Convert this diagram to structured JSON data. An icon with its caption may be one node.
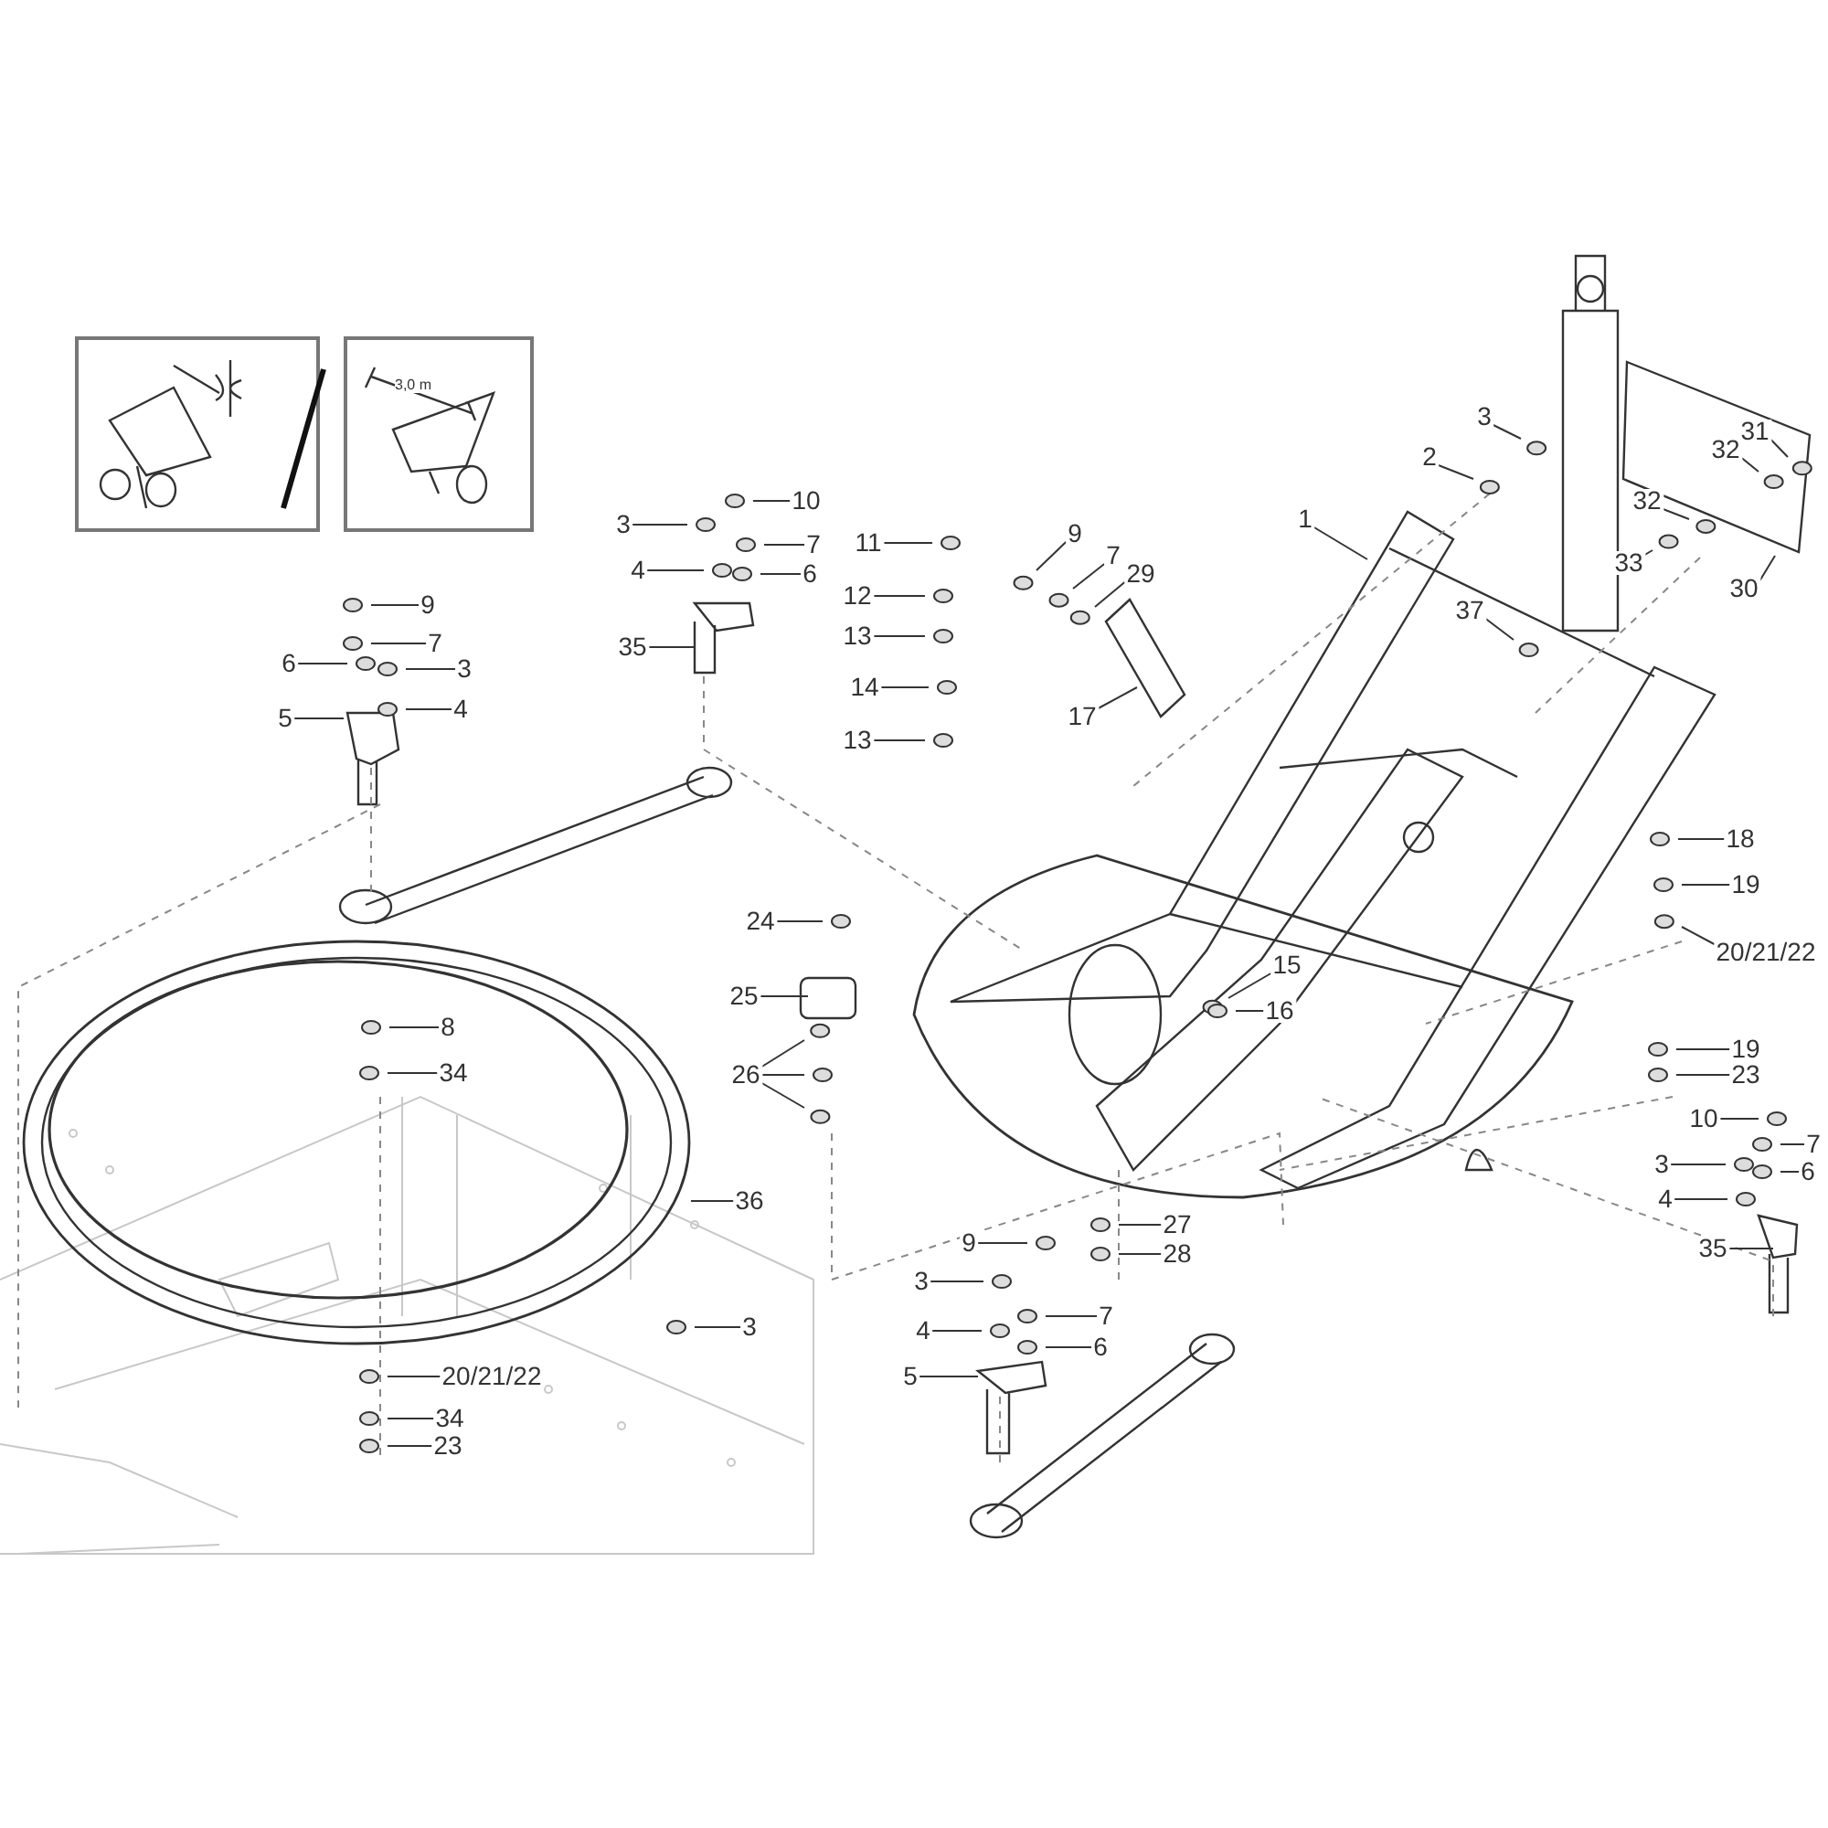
{
  "diagram": {
    "nodes": [
      {
        "text": [
          "9"
        ]
      },
      {
        "text": [
          "7"
        ]
      },
      {
        "text": [
          "6"
        ]
      },
      {
        "text": [
          "3"
        ]
      },
      {
        "text": [
          "4"
        ]
      },
      {
        "text": [
          "5"
        ]
      },
      {
        "text": [
          "3"
        ]
      },
      {
        "text": [
          "10"
        ]
      },
      {
        "text": [
          "7"
        ]
      },
      {
        "text": [
          "4"
        ]
      },
      {
        "text": [
          "6"
        ]
      },
      {
        "text": [
          "35"
        ]
      },
      {
        "text": [
          "11"
        ]
      },
      {
        "text": [
          "12"
        ]
      },
      {
        "text": [
          "13"
        ]
      },
      {
        "text": [
          "14"
        ]
      },
      {
        "text": [
          "13"
        ]
      },
      {
        "text": [
          "9"
        ]
      },
      {
        "text": [
          "7"
        ]
      },
      {
        "text": [
          "29"
        ]
      },
      {
        "text": [
          "17"
        ]
      },
      {
        "text": [
          "3"
        ]
      },
      {
        "text": [
          "2"
        ]
      },
      {
        "text": [
          "1"
        ]
      },
      {
        "text": [
          "31"
        ]
      },
      {
        "text": [
          "32"
        ]
      },
      {
        "text": [
          "32"
        ]
      },
      {
        "text": [
          "33"
        ]
      },
      {
        "text": [
          "30"
        ]
      },
      {
        "text": [
          "37"
        ]
      },
      {
        "text": [
          "18"
        ]
      },
      {
        "text": [
          "19"
        ]
      },
      {
        "text": [
          "20/21/22"
        ]
      },
      {
        "text": [
          "15"
        ]
      },
      {
        "text": [
          "16"
        ]
      },
      {
        "text": [
          "19"
        ]
      },
      {
        "text": [
          "23"
        ]
      },
      {
        "text": [
          "10"
        ]
      },
      {
        "text": [
          "7"
        ]
      },
      {
        "text": [
          "3"
        ]
      },
      {
        "text": [
          "6"
        ]
      },
      {
        "text": [
          "4"
        ]
      },
      {
        "text": [
          "35"
        ]
      },
      {
        "text": [
          "24"
        ]
      },
      {
        "text": [
          "25"
        ]
      },
      {
        "text": [
          "26"
        ]
      },
      {
        "text": [
          "8"
        ]
      },
      {
        "text": [
          "34"
        ]
      },
      {
        "text": [
          "36"
        ]
      },
      {
        "text": [
          "3"
        ]
      },
      {
        "text": [
          "20/21/22"
        ]
      },
      {
        "text": [
          "34"
        ]
      },
      {
        "text": [
          "23"
        ]
      },
      {
        "text": [
          "9"
        ]
      },
      {
        "text": [
          "3"
        ]
      },
      {
        "text": [
          "7"
        ]
      },
      {
        "text": [
          "4"
        ]
      },
      {
        "text": [
          "6"
        ]
      },
      {
        "text": [
          "5"
        ]
      },
      {
        "text": [
          "27"
        ]
      },
      {
        "text": [
          "28"
        ]
      }
    ],
    "edges": [
      {
        "from": 0,
        "to": null,
        "arrow": "none"
      },
      {
        "from": 1,
        "to": null,
        "arrow": "none"
      },
      {
        "from": 2,
        "to": null,
        "arrow": "none"
      },
      {
        "from": 3,
        "to": null,
        "arrow": "none"
      },
      {
        "from": 4,
        "to": null,
        "arrow": "none"
      },
      {
        "from": 5,
        "to": null,
        "arrow": "none"
      },
      {
        "from": 6,
        "to": null,
        "arrow": "none"
      },
      {
        "from": 7,
        "to": null,
        "arrow": "none"
      },
      {
        "from": 8,
        "to": null,
        "arrow": "none"
      },
      {
        "from": 9,
        "to": null,
        "arrow": "none"
      },
      {
        "from": 10,
        "to": null,
        "arrow": "none"
      },
      {
        "from": 11,
        "to": null,
        "arrow": "none"
      },
      {
        "from": 12,
        "to": null,
        "arrow": "none"
      },
      {
        "from": 13,
        "to": null,
        "arrow": "none"
      },
      {
        "from": 14,
        "to": null,
        "arrow": "none"
      },
      {
        "from": 15,
        "to": null,
        "arrow": "none"
      },
      {
        "from": 16,
        "to": null,
        "arrow": "none"
      },
      {
        "from": 17,
        "to": null,
        "arrow": "none"
      },
      {
        "from": 18,
        "to": null,
        "arrow": "none"
      },
      {
        "from": 19,
        "to": null,
        "arrow": "none"
      },
      {
        "from": 20,
        "to": null,
        "arrow": "none"
      },
      {
        "from": 21,
        "to": null,
        "arrow": "none"
      },
      {
        "from": 22,
        "to": null,
        "arrow": "none"
      },
      {
        "from": 23,
        "to": null,
        "arrow": "none"
      },
      {
        "from": 24,
        "to": null,
        "arrow": "none"
      },
      {
        "from": 25,
        "to": null,
        "arrow": "none"
      },
      {
        "from": 26,
        "to": null,
        "arrow": "none"
      },
      {
        "from": 27,
        "to": null,
        "arrow": "none"
      },
      {
        "from": 28,
        "to": null,
        "arrow": "none"
      },
      {
        "from": 29,
        "to": null,
        "arrow": "none"
      },
      {
        "from": 30,
        "to": null,
        "arrow": "none"
      },
      {
        "from": 31,
        "to": null,
        "arrow": "none"
      },
      {
        "from": 32,
        "to": null,
        "arrow": "none"
      },
      {
        "from": 33,
        "to": null,
        "arrow": "none"
      },
      {
        "from": 34,
        "to": null,
        "arrow": "none"
      },
      {
        "from": 35,
        "to": null,
        "arrow": "none"
      },
      {
        "from": 36,
        "to": null,
        "arrow": "none"
      },
      {
        "from": 37,
        "to": null,
        "arrow": "none"
      },
      {
        "from": 38,
        "to": null,
        "arrow": "none"
      },
      {
        "from": 39,
        "to": null,
        "arrow": "none"
      },
      {
        "from": 40,
        "to": null,
        "arrow": "none"
      },
      {
        "from": 41,
        "to": null,
        "arrow": "none"
      },
      {
        "from": 42,
        "to": null,
        "arrow": "none"
      },
      {
        "from": 43,
        "to": null,
        "arrow": "none"
      },
      {
        "from": 44,
        "to": null,
        "arrow": "none"
      },
      {
        "from": 45,
        "to": null,
        "arrow": "none"
      },
      {
        "from": 45,
        "to": null,
        "arrow": "none"
      },
      {
        "from": 45,
        "to": null,
        "arrow": "none"
      },
      {
        "from": 46,
        "to": null,
        "arrow": "none"
      },
      {
        "from": 47,
        "to": null,
        "arrow": "none"
      },
      {
        "from": 48,
        "to": null,
        "arrow": "none"
      },
      {
        "from": 49,
        "to": null,
        "arrow": "none"
      },
      {
        "from": 50,
        "to": null,
        "arrow": "none"
      },
      {
        "from": 51,
        "to": null,
        "arrow": "none"
      },
      {
        "from": 52,
        "to": null,
        "arrow": "none"
      },
      {
        "from": 53,
        "to": null,
        "arrow": "none"
      },
      {
        "from": 54,
        "to": null,
        "arrow": "none"
      },
      {
        "from": 55,
        "to": null,
        "arrow": "none"
      },
      {
        "from": 56,
        "to": null,
        "arrow": "none"
      },
      {
        "from": 57,
        "to": null,
        "arrow": "none"
      },
      {
        "from": 58,
        "to": null,
        "arrow": "none"
      },
      {
        "from": 59,
        "to": null,
        "arrow": "none"
      },
      {
        "from": 60,
        "to": null,
        "arrow": "none"
      }
    ],
    "labels": [
      "3,0 m"
    ]
  }
}
